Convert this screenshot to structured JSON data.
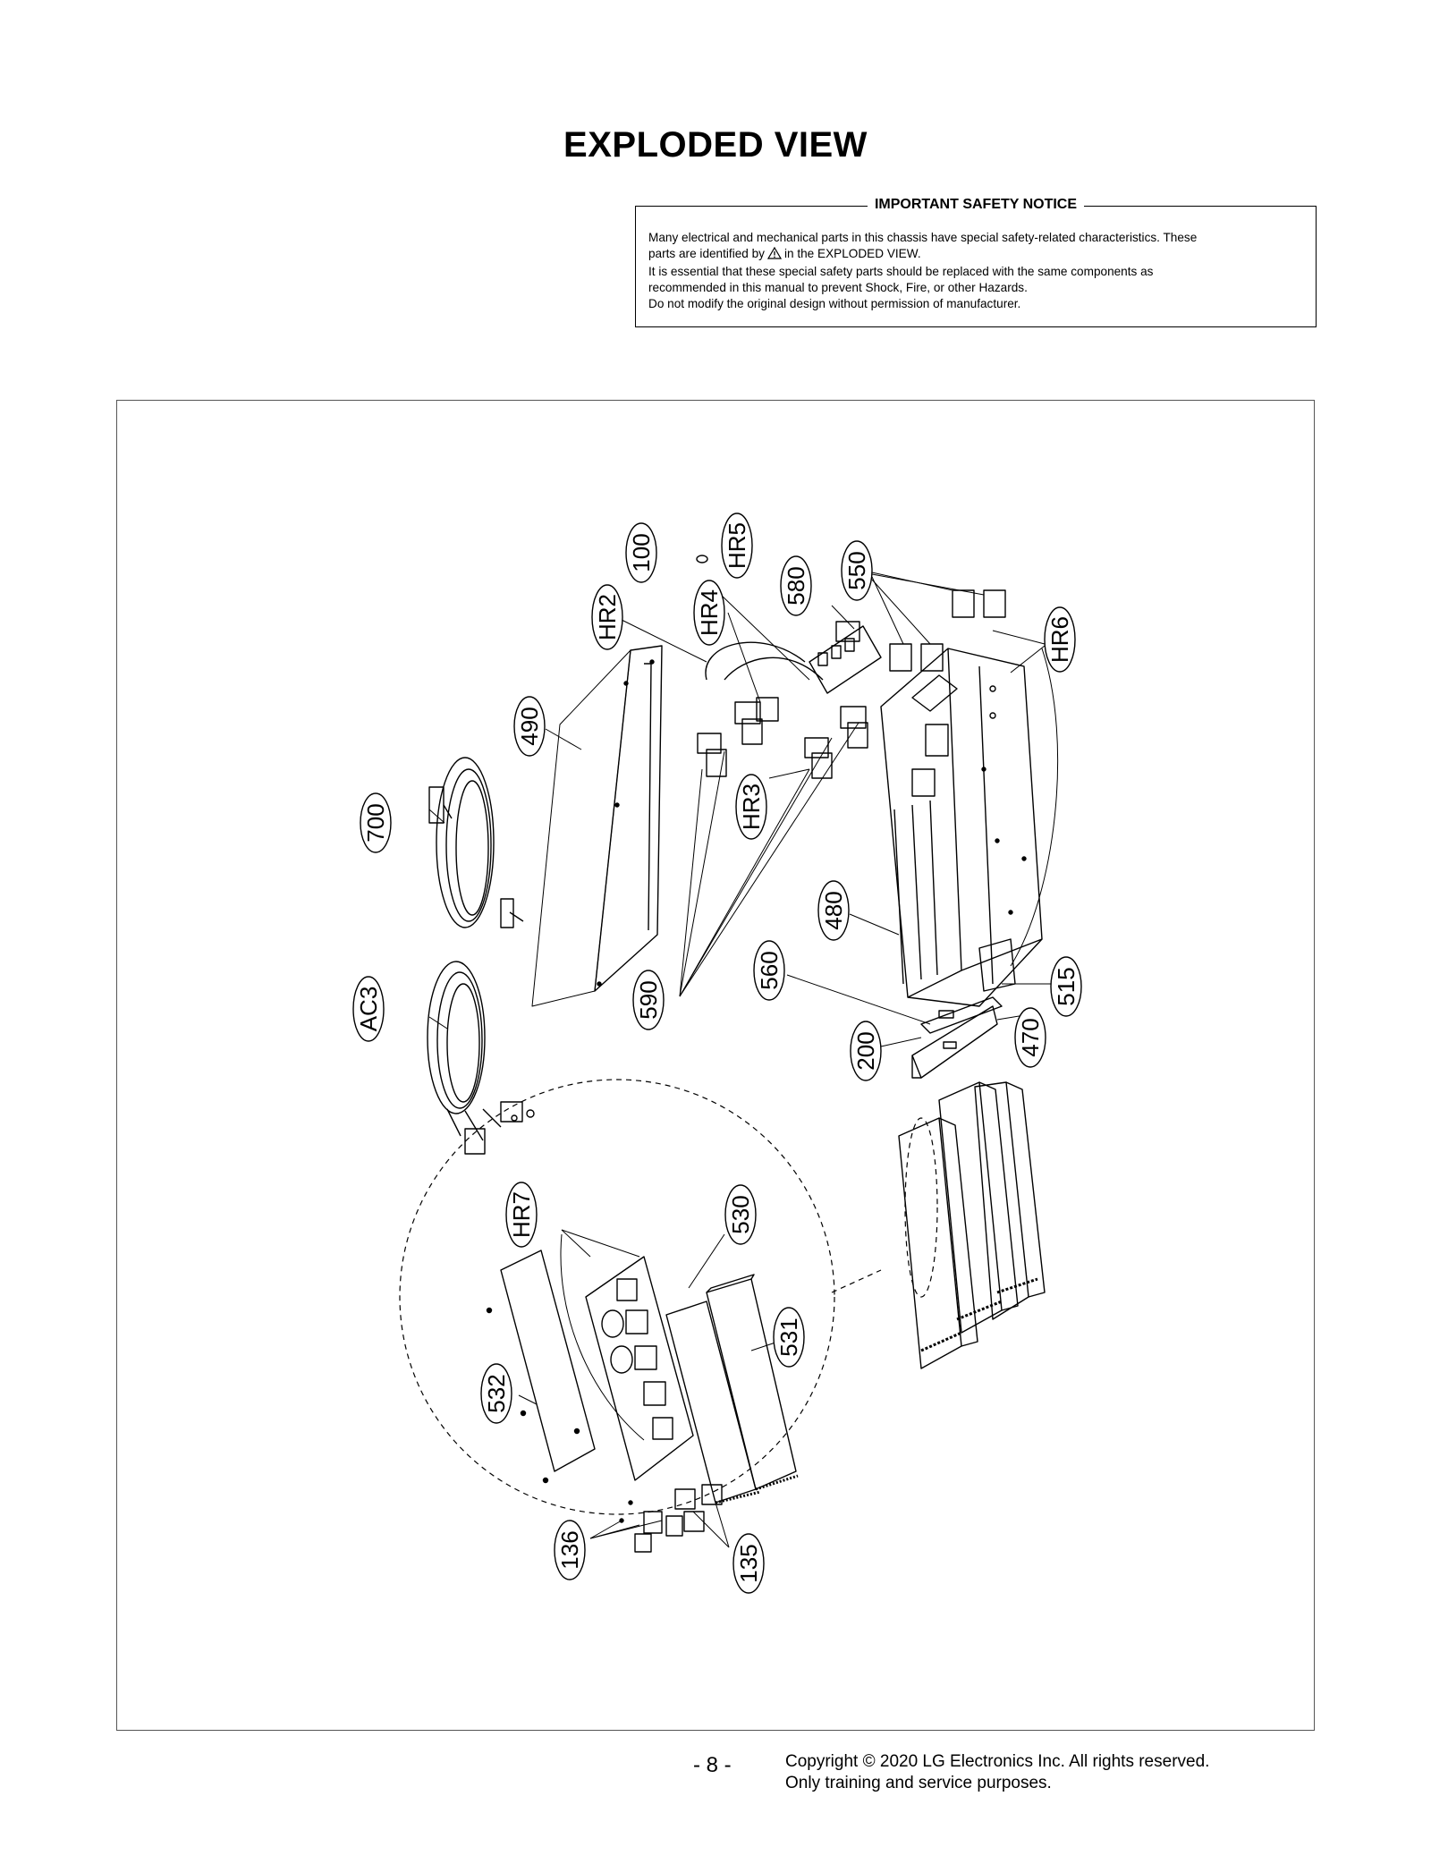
{
  "header": {
    "title": "EXPLODED VIEW"
  },
  "notice": {
    "title": "IMPORTANT SAFETY NOTICE",
    "line1": "Many electrical and mechanical parts in this chassis have special safety-related characteristics. These",
    "line2_before": "parts are identified by",
    "line2_after": "in the EXPLODED VIEW.",
    "line3": "It is essential that these special safety parts should be replaced with the same components as",
    "line4": "recommended in this manual to prevent Shock, Fire, or other Hazards.",
    "line5": "Do not modify the original design without permission of manufacturer."
  },
  "callouts": {
    "c100": "100",
    "hr5": "HR5",
    "hr2": "HR2",
    "hr4": "HR4",
    "c580": "580",
    "c550": "550",
    "hr6": "HR6",
    "c490": "490",
    "c700": "700",
    "hr3": "HR3",
    "c480": "480",
    "c560": "560",
    "c590": "590",
    "ac3": "AC3",
    "c515": "515",
    "c200": "200",
    "c470": "470",
    "hr7": "HR7",
    "c530": "530",
    "c531": "531",
    "c532": "532",
    "c136": "136",
    "c135": "135"
  },
  "footer": {
    "page_number": "- 8 -",
    "copyright": "Copyright © 2020 LG Electronics Inc. All rights reserved.",
    "usage": "Only training and service purposes."
  }
}
